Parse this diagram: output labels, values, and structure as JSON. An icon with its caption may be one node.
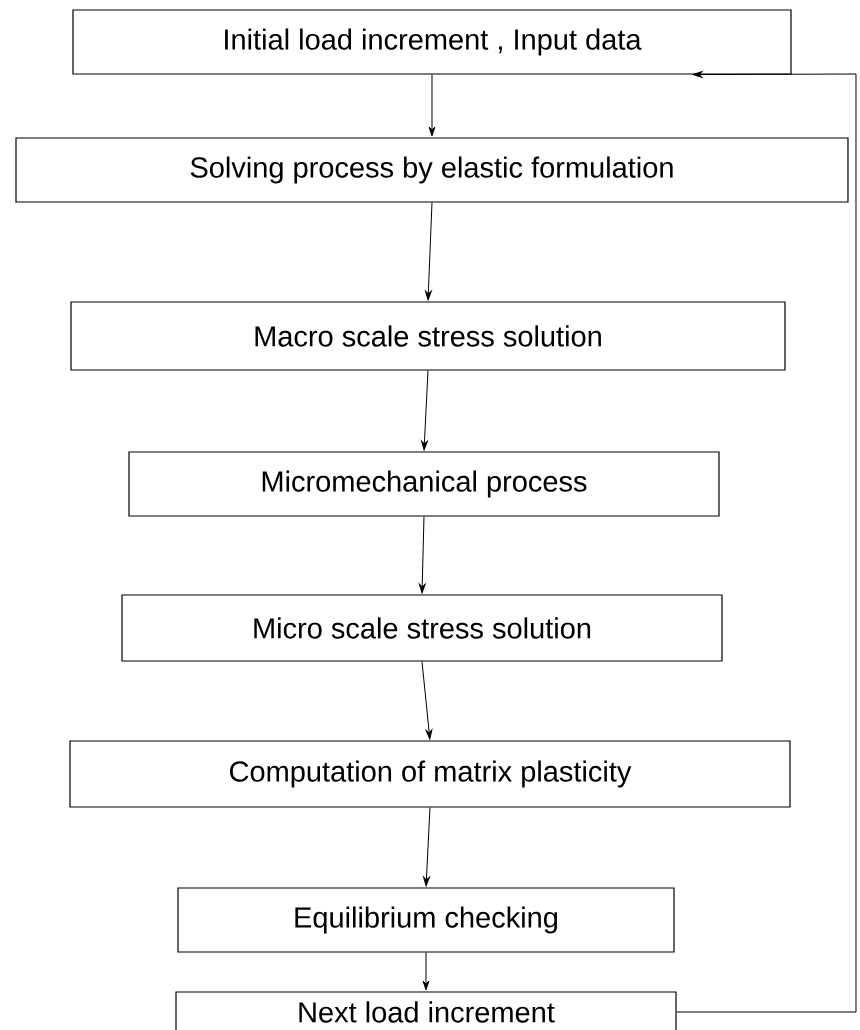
{
  "diagram": {
    "nodes": [
      {
        "text": [
          "Initial load increment , Input data"
        ]
      },
      {
        "text": [
          "Solving process by elastic formulation"
        ]
      },
      {
        "text": [
          "Macro scale stress solution"
        ]
      },
      {
        "text": [
          "Micromechanical process"
        ]
      },
      {
        "text": [
          "Micro scale stress solution"
        ]
      },
      {
        "text": [
          "Computation of matrix plasticity"
        ]
      },
      {
        "text": [
          "Equilibrium checking"
        ]
      },
      {
        "text": [
          "Next load increment"
        ]
      }
    ],
    "edges": [
      {
        "from": 0,
        "to": 1,
        "arrow": "to"
      },
      {
        "from": 1,
        "to": 2,
        "arrow": "to"
      },
      {
        "from": 2,
        "to": 3,
        "arrow": "to"
      },
      {
        "from": 3,
        "to": 4,
        "arrow": "to"
      },
      {
        "from": 4,
        "to": 5,
        "arrow": "to"
      },
      {
        "from": 5,
        "to": 6,
        "arrow": "to"
      },
      {
        "from": 6,
        "to": 7,
        "arrow": "to"
      },
      {
        "from": 7,
        "to": 0,
        "arrow": "to"
      }
    ]
  }
}
